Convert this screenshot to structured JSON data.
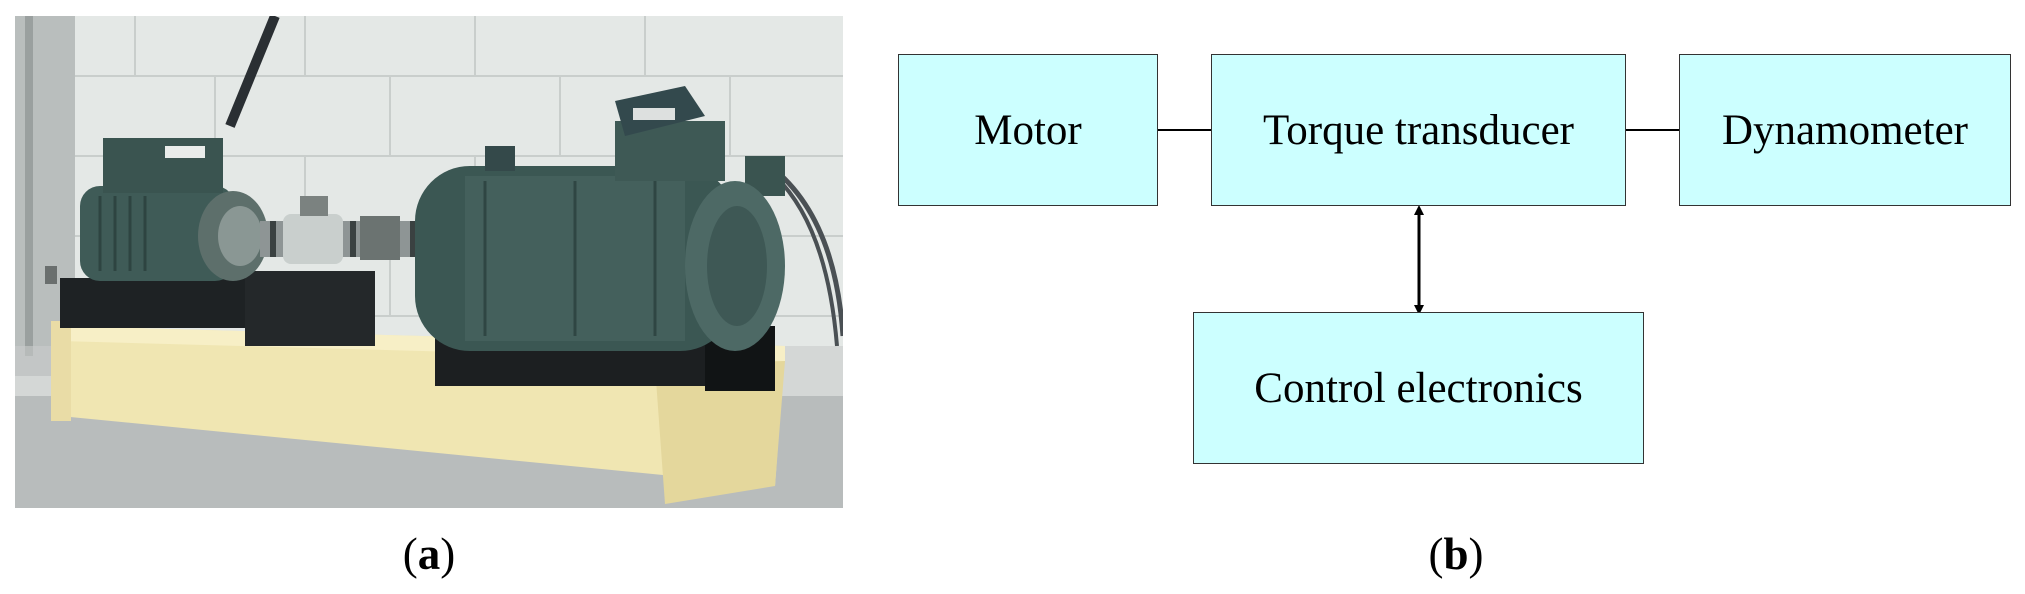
{
  "panel_a": {
    "label_open": "(",
    "label_letter": "a",
    "label_close": ")"
  },
  "panel_b": {
    "label_open": "(",
    "label_letter": "b",
    "label_close": ")",
    "boxes": {
      "motor": "Motor",
      "torque_transducer": "Torque transducer",
      "dynamometer": "Dynamometer",
      "control_electronics": "Control electronics"
    },
    "colors": {
      "box_fill": "#ccffff",
      "box_border": "#333333"
    }
  }
}
